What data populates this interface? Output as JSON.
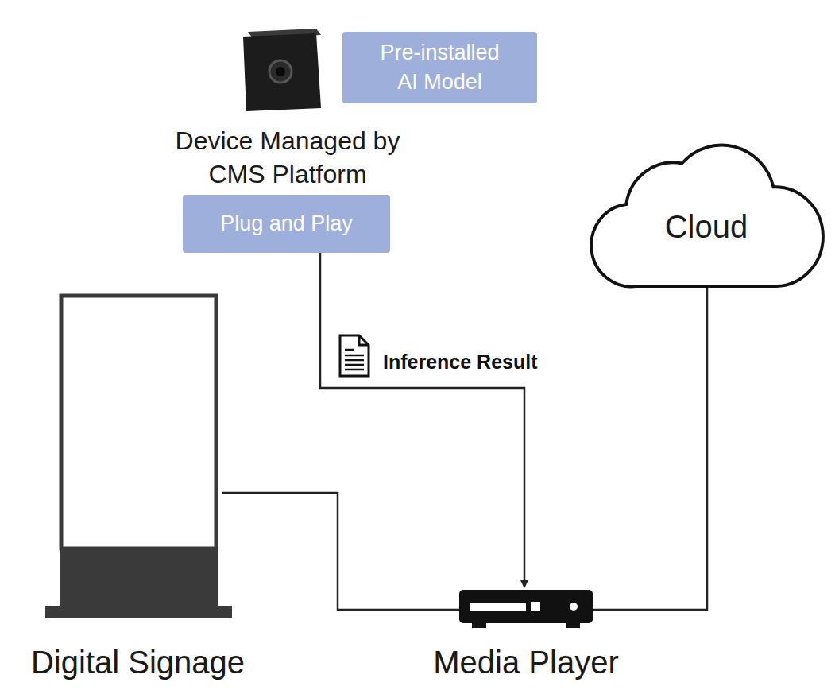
{
  "diagram": {
    "nodes": [
      {
        "text": [
          "Pre-installed AI Model"
        ]
      },
      {
        "text": [
          "Plug and Play"
        ]
      },
      {
        "text": [
          "Cloud"
        ]
      },
      {
        "text": [
          "Digital Signage"
        ]
      },
      {
        "text": [
          "Media Player"
        ]
      }
    ],
    "edges": [
      {
        "from": 1,
        "to": 4,
        "arrow": "to",
        "label": "Inference Result"
      },
      {
        "from": 3,
        "to": 4,
        "arrow": "none"
      },
      {
        "from": 2,
        "to": 4,
        "arrow": "none"
      }
    ],
    "labels": [
      "Device Managed by CMS Platform"
    ]
  }
}
